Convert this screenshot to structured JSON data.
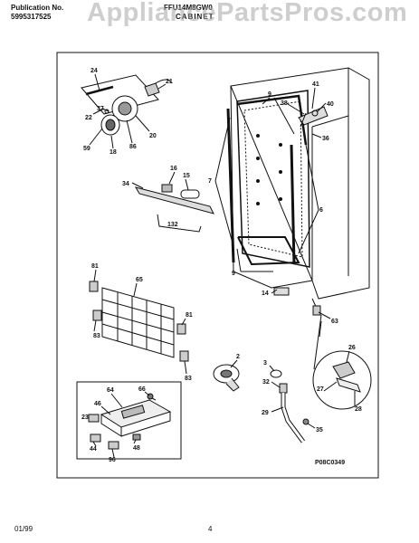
{
  "header": {
    "publication_label": "Publication No.",
    "publication_number": "5995317525",
    "model": "FFU14M8GW0",
    "section_title": "CABINET"
  },
  "watermark": "AppliancePartsPros.com",
  "diagram_code": "P08C0349",
  "footer": {
    "date": "01/99",
    "page": "4"
  },
  "callouts": [
    "24",
    "21",
    "22",
    "37",
    "20",
    "86",
    "59",
    "18",
    "16",
    "15",
    "34",
    "132",
    "9",
    "41",
    "38",
    "40",
    "36",
    "7",
    "6",
    "9",
    "81",
    "65",
    "81",
    "83",
    "83",
    "14",
    "63",
    "2",
    "26",
    "3",
    "32",
    "27",
    "28",
    "29",
    "35",
    "64",
    "66",
    "46",
    "23",
    "44",
    "96",
    "48"
  ]
}
